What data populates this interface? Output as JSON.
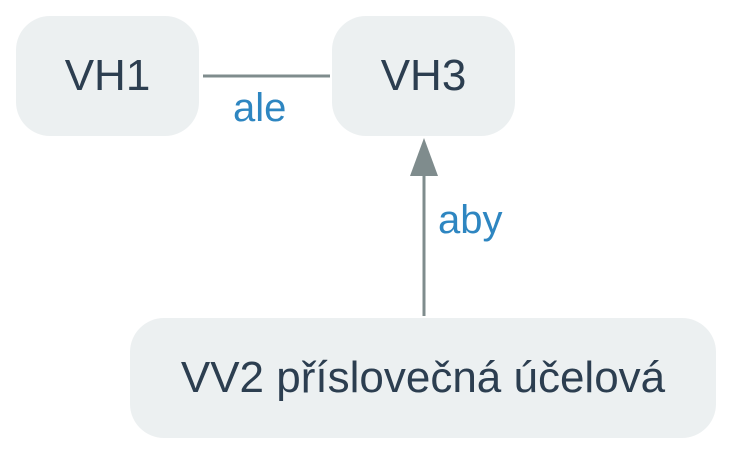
{
  "nodes": {
    "vh1": "VH1",
    "vh3": "VH3",
    "vv2": "VV2 příslovečná účelová"
  },
  "edges": {
    "vh1_vh3": "ale",
    "vv2_vh3": "aby"
  },
  "colors": {
    "node_fill": "#ecf0f1",
    "node_text": "#2c3e50",
    "edge_line": "#7f8c8d",
    "edge_label": "#2e86c1"
  }
}
